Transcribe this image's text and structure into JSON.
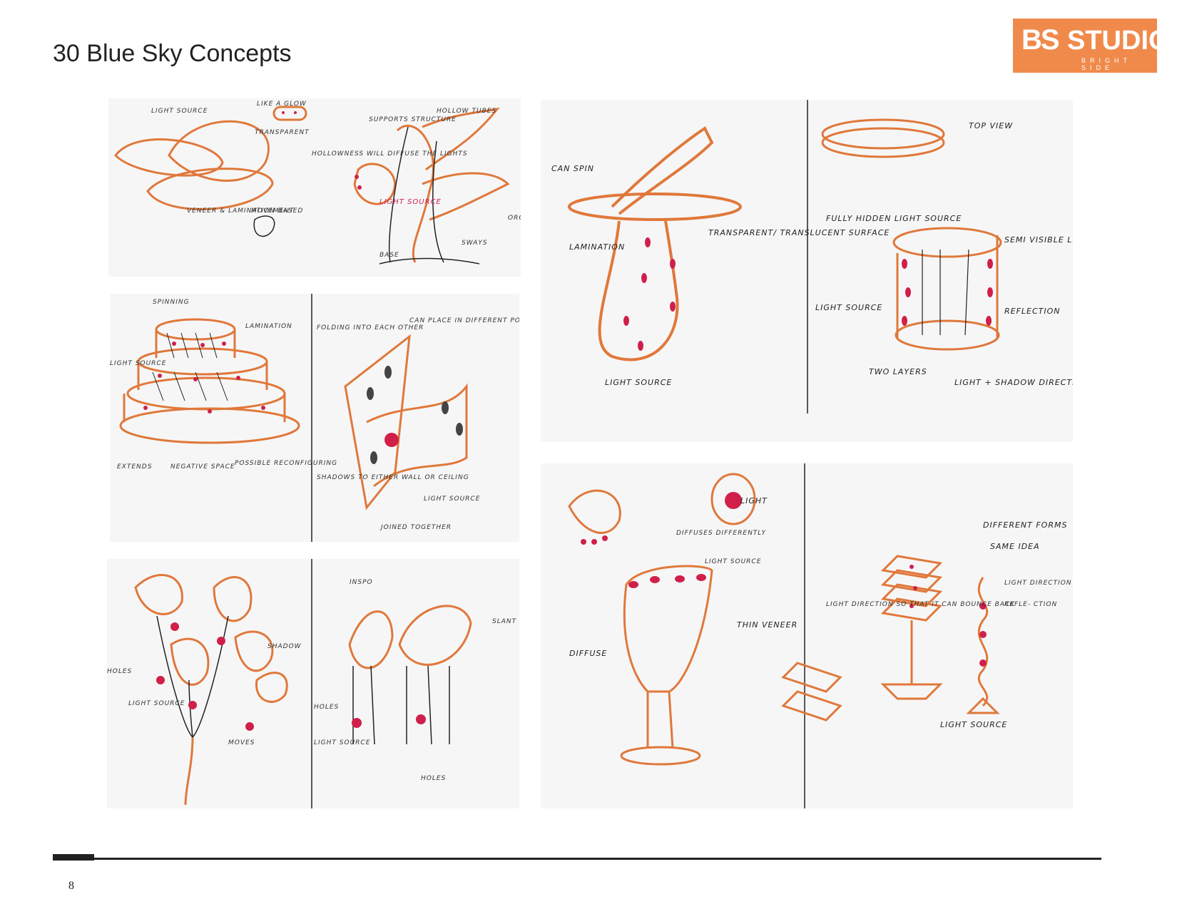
{
  "page": {
    "title": "30 Blue Sky Concepts",
    "page_number": "8"
  },
  "logo": {
    "mark": "BS",
    "name": "STUDIO",
    "tagline": "BRIGHT SIDE",
    "color": "#f08a4b"
  },
  "sketches": {
    "s1": {
      "labels": [
        "LIGHT SOURCE",
        "LIKE A GLOW",
        "TRANSPARENT",
        "VENEER & LAMINATION BASED",
        "MOVEMENT"
      ]
    },
    "s2": {
      "labels": [
        "SUPPORTS STRUCTURE",
        "HOLLOW TUBES",
        "HOLLOWNESS WILL DIFFUSE THE LIGHTS",
        "LIGHT SOURCE",
        "SWAYS",
        "BASE",
        "ORG STR"
      ]
    },
    "s3": {
      "labels": [
        "SPINNING",
        "LAMINATION",
        "LIGHT SOURCE",
        "EXTENDS",
        "NEGATIVE SPACE",
        "POSSIBLE RECONFIGURING"
      ]
    },
    "s4": {
      "labels": [
        "CAN PLACE IN DIFFERENT POSITIONS",
        "FOLDING INTO EACH OTHER",
        "SHADOWS TO EITHER WALL OR CEILING",
        "LIGHT SOURCE",
        "JOINED TOGETHER"
      ]
    },
    "s5": {
      "labels": [
        "SHADOW",
        "HOLES",
        "LIGHT SOURCE",
        "MOVES"
      ]
    },
    "s6": {
      "labels": [
        "INSPO",
        "SLANT",
        "HOLES",
        "LIGHT SOURCE",
        "HOLES"
      ]
    },
    "s7": {
      "labels": [
        "CAN SPIN",
        "LAMINATION",
        "TRANSPARENT/ TRANSLUCENT SURFACE",
        "LIGHT SOURCE"
      ]
    },
    "s8": {
      "labels": [
        "TOP VIEW",
        "FULLY HIDDEN LIGHT SOURCE",
        "SEMI VISIBLE LIGHT SOURCE",
        "LIGHT SOURCE",
        "REFLECTION",
        "TWO LAYERS",
        "LIGHT + SHADOW DIRECTION"
      ]
    },
    "s9": {
      "labels": [
        "LIGHT",
        "DIFFUSES DIFFERENTLY",
        "LIGHT SOURCE",
        "THIN VENEER",
        "DIFFUSE"
      ]
    },
    "s10": {
      "labels": [
        "DIFFERENT FORMS",
        "SAME IDEA",
        "LIGHT DIRECTION SO THAT IT CAN BOUNCE BACK",
        "LIGHT DIRECTION",
        "REFLE- CTION",
        "LIGHT SOURCE"
      ]
    }
  },
  "colors": {
    "orange": "#e0783a",
    "ink": "#222222",
    "red": "#d0204a",
    "paper": "#f6f6f7"
  }
}
